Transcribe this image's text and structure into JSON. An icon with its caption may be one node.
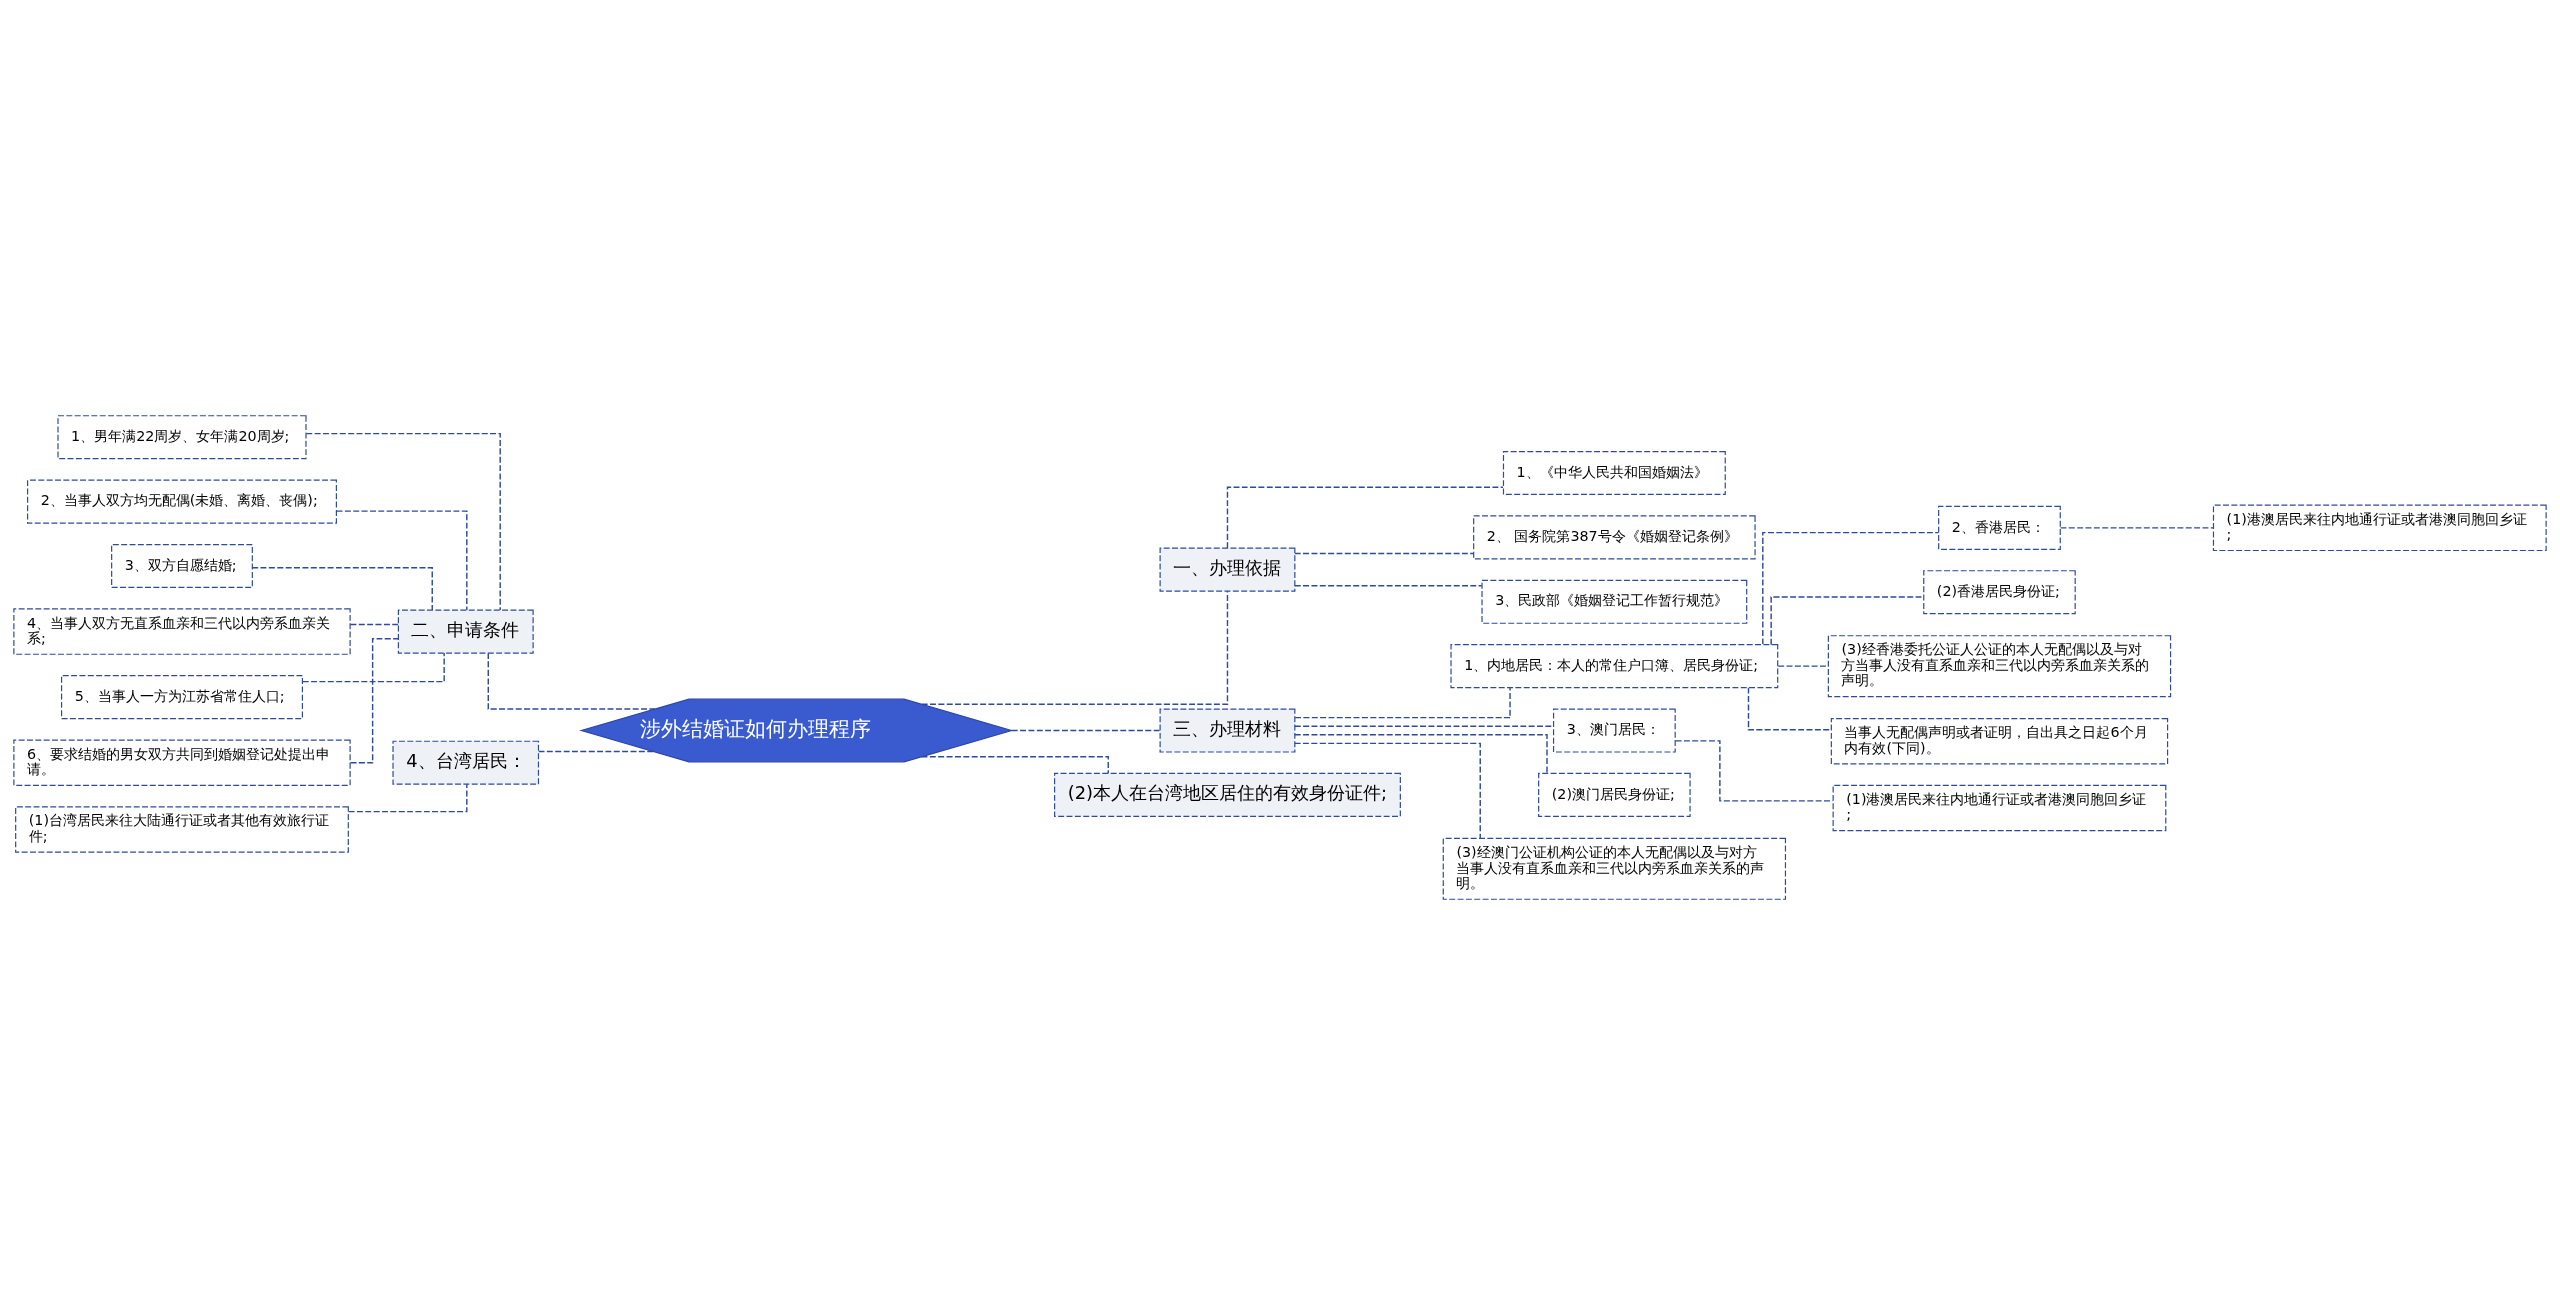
{
  "diagram": {
    "nodes": [
      {
        "text": [
          "涉外结婚证如何办理程序"
        ]
      },
      {
        "text": [
          "一、办理依据"
        ]
      },
      {
        "text": [
          "1、《中华人民共和国婚姻法》"
        ]
      },
      {
        "text": [
          "2、 国务院第387号令《婚姻登记条例》"
        ]
      },
      {
        "text": [
          "3、民政部《婚姻登记工作暂行规范》"
        ]
      },
      {
        "text": [
          "二、申请条件"
        ]
      },
      {
        "text": [
          "1、男年满22周岁、女年满20周岁;"
        ]
      },
      {
        "text": [
          "2、当事人双方均无配偶(未婚、离婚、丧偶);"
        ]
      },
      {
        "text": [
          "3、双方自愿结婚;"
        ]
      },
      {
        "text": [
          "4、当事人双方无直系血亲和三代以内旁系血亲关系;"
        ]
      },
      {
        "text": [
          "5、当事人一方为江苏省常住人口;"
        ]
      },
      {
        "text": [
          "6、要求结婚的男女双方共同到婚姻登记处提出申请。"
        ]
      },
      {
        "text": [
          "三、办理材料"
        ]
      },
      {
        "text": [
          "1、内地居民：本人的常住户口簿、居民身份证;"
        ]
      },
      {
        "text": [
          "2、香港居民："
        ]
      },
      {
        "text": [
          "(1)港澳居民来往内地通行证或者港澳同胞回乡证;"
        ]
      },
      {
        "text": [
          "(2)香港居民身份证;"
        ]
      },
      {
        "text": [
          "(3)经香港委托公证人公证的本人无配偶以及与对方当事人没有直系血亲和三代以内旁系血亲关系的声明。"
        ]
      },
      {
        "text": [
          "当事人无配偶声明或者证明，自出具之日起6个月内有效(下同)。"
        ]
      },
      {
        "text": [
          "3、澳门居民："
        ]
      },
      {
        "text": [
          "(1)港澳居民来往内地通行证或者港澳同胞回乡证;"
        ]
      },
      {
        "text": [
          "(2)澳门居民身份证;"
        ]
      },
      {
        "text": [
          "(3)经澳门公证机构公证的本人无配偶以及与对方当事人没有直系血亲和三代以内旁系血亲关系的声明。"
        ]
      },
      {
        "text": [
          "4、台湾居民："
        ]
      },
      {
        "text": [
          "(1)台湾居民来往大陆通行证或者其他有效旅行证件;"
        ]
      },
      {
        "text": [
          "(2)本人在台湾地区居住的有效身份证件;"
        ]
      }
    ],
    "edges": [
      {
        "from": 0,
        "to": 1,
        "arrow": "none"
      },
      {
        "from": 1,
        "to": 2,
        "arrow": "none"
      },
      {
        "from": 1,
        "to": 3,
        "arrow": "none"
      },
      {
        "from": 1,
        "to": 4,
        "arrow": "none"
      },
      {
        "from": 0,
        "to": 5,
        "arrow": "none"
      },
      {
        "from": 5,
        "to": 6,
        "arrow": "none"
      },
      {
        "from": 5,
        "to": 7,
        "arrow": "none"
      },
      {
        "from": 5,
        "to": 8,
        "arrow": "none"
      },
      {
        "from": 5,
        "to": 9,
        "arrow": "none"
      },
      {
        "from": 5,
        "to": 10,
        "arrow": "none"
      },
      {
        "from": 5,
        "to": 11,
        "arrow": "none"
      },
      {
        "from": 0,
        "to": 12,
        "arrow": "none"
      },
      {
        "from": 12,
        "to": 13,
        "arrow": "none"
      },
      {
        "from": 13,
        "to": 14,
        "arrow": "none"
      },
      {
        "from": 14,
        "to": 15,
        "arrow": "none"
      },
      {
        "from": 13,
        "to": 16,
        "arrow": "none"
      },
      {
        "from": 13,
        "to": 17,
        "arrow": "none"
      },
      {
        "from": 13,
        "to": 18,
        "arrow": "none"
      },
      {
        "from": 12,
        "to": 19,
        "arrow": "none"
      },
      {
        "from": 19,
        "to": 20,
        "arrow": "none"
      },
      {
        "from": 12,
        "to": 21,
        "arrow": "none"
      },
      {
        "from": 12,
        "to": 22,
        "arrow": "none"
      },
      {
        "from": 0,
        "to": 23,
        "arrow": "none"
      },
      {
        "from": 23,
        "to": 24,
        "arrow": "none"
      },
      {
        "from": 0,
        "to": 25,
        "arrow": "none"
      }
    ]
  }
}
